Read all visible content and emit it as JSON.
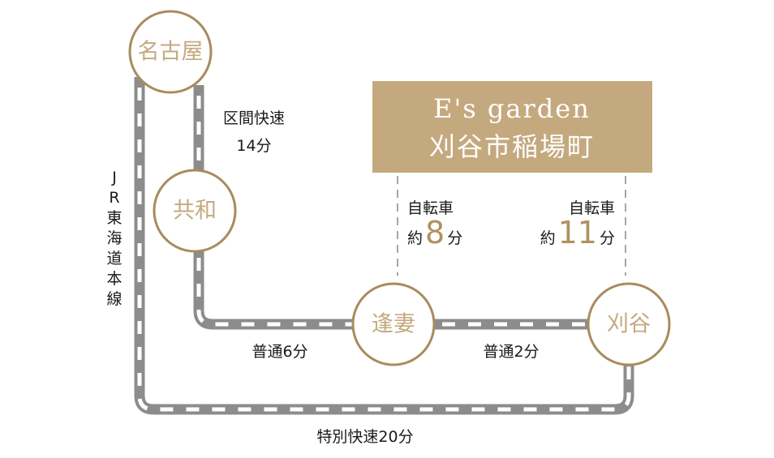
{
  "destination": {
    "line1": "E's garden",
    "line2": "刈谷市稲場町"
  },
  "stations": {
    "nagoya": "名古屋",
    "kyowa": "共和",
    "ohbu": "逢妻",
    "kariya": "刈谷"
  },
  "line_name": [
    "J",
    "R",
    "東",
    "海",
    "道",
    "本",
    "線"
  ],
  "segments": {
    "nagoya_kyowa_type": "区間快速",
    "nagoya_kyowa_time": "14分",
    "kyowa_ohbu": "普通6分",
    "ohbu_kariya": "普通2分",
    "nagoya_kariya": "特別快速20分"
  },
  "bike": [
    {
      "mode": "自転車",
      "prefix": "約",
      "minutes": "8",
      "unit": "分"
    },
    {
      "mode": "自転車",
      "prefix": "約",
      "minutes": "11",
      "unit": "分"
    }
  ],
  "colors": {
    "accent": "#c4a97f",
    "track": "#8c8c8c",
    "ring": "#a98b5e"
  }
}
